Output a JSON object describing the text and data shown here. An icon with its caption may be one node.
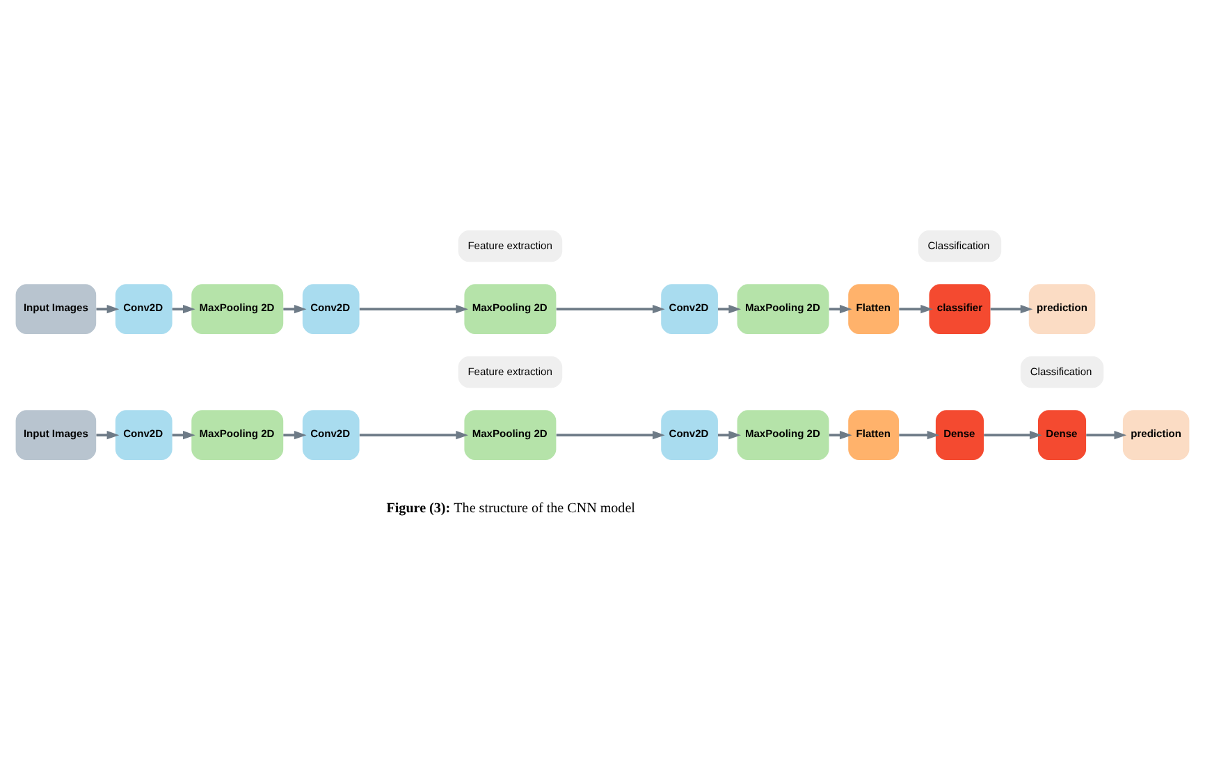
{
  "diagram": {
    "caption": "**Figure (3):** The structure of the CNN model",
    "nodes": [
      {
        "text": [
          "Input Images"
        ]
      },
      {
        "text": [
          "Conv2D"
        ]
      },
      {
        "text": [
          "MaxPooling 2D"
        ]
      },
      {
        "text": [
          "Conv2D"
        ]
      },
      {
        "text": [
          "MaxPooling 2D"
        ]
      },
      {
        "text": [
          "Conv2D"
        ]
      },
      {
        "text": [
          "MaxPooling 2D"
        ]
      },
      {
        "text": [
          "Flatten"
        ]
      },
      {
        "text": [
          "Dense"
        ]
      },
      {
        "text": [
          "Dense"
        ]
      },
      {
        "text": [
          "prediction"
        ]
      },
      {
        "text": [
          "Feature extraction"
        ]
      },
      {
        "text": [
          "Classification"
        ]
      },
      {
        "text": [
          "Input Images"
        ]
      },
      {
        "text": [
          "Conv2D"
        ]
      },
      {
        "text": [
          "MaxPooling 2D"
        ]
      },
      {
        "text": [
          "Conv2D"
        ]
      },
      {
        "text": [
          "MaxPooling 2D"
        ]
      },
      {
        "text": [
          "Conv2D"
        ]
      },
      {
        "text": [
          "MaxPooling 2D"
        ]
      },
      {
        "text": [
          "Flatten"
        ]
      },
      {
        "text": [
          "classifier"
        ]
      },
      {
        "text": [
          "prediction"
        ]
      },
      {
        "text": [
          "Feature extraction"
        ]
      },
      {
        "text": [
          "Classification"
        ]
      }
    ],
    "edges": [
      {
        "from": 0,
        "to": 1,
        "arrow": "to"
      },
      {
        "from": 1,
        "to": 2,
        "arrow": "to"
      },
      {
        "from": 2,
        "to": 3,
        "arrow": "to"
      },
      {
        "from": 3,
        "to": 4,
        "arrow": "to"
      },
      {
        "from": 4,
        "to": 5,
        "arrow": "to"
      },
      {
        "from": 5,
        "to": 6,
        "arrow": "to"
      },
      {
        "from": 6,
        "to": 7,
        "arrow": "to"
      },
      {
        "from": 7,
        "to": 8,
        "arrow": "to"
      },
      {
        "from": 8,
        "to": 9,
        "arrow": "to"
      },
      {
        "from": 9,
        "to": 10,
        "arrow": "to"
      },
      {
        "from": 13,
        "to": 14,
        "arrow": "to"
      },
      {
        "from": 14,
        "to": 15,
        "arrow": "to"
      },
      {
        "from": 15,
        "to": 16,
        "arrow": "to"
      },
      {
        "from": 16,
        "to": 17,
        "arrow": "to"
      },
      {
        "from": 17,
        "to": 18,
        "arrow": "to"
      },
      {
        "from": 18,
        "to": 19,
        "arrow": "to"
      },
      {
        "from": 19,
        "to": 20,
        "arrow": "to"
      },
      {
        "from": 20,
        "to": 21,
        "arrow": "to"
      },
      {
        "from": 21,
        "to": 22,
        "arrow": "to"
      }
    ]
  }
}
